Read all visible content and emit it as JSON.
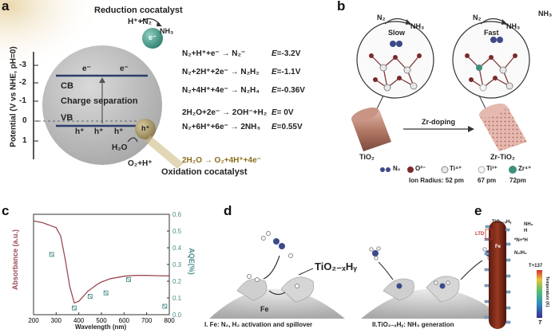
{
  "panel_a": {
    "label": "a",
    "ylabel": "Potential (V vs NHE, pH=0)",
    "y_ticks": [
      "-3",
      "-2",
      "-1",
      "0",
      "1"
    ],
    "reduction_title": "Reduction cocatalyst",
    "reactants_top": "H⁺+N₂",
    "nh3_top": "NH₃",
    "cb": "CB",
    "vb": "VB",
    "charge_sep": "Charge separation",
    "e_minus": "e⁻",
    "h_plus": "h⁺",
    "e_ball": "e⁻",
    "h_ball": "h⁺",
    "h2o": "H₂O",
    "o2h": "O₂+H⁺",
    "ox_eq": "2H₂O → O₂+4H⁺+4e⁻",
    "ox_title": "Oxidation cocatalyst",
    "reactions": [
      {
        "eq": "N₂+H⁺+e⁻ → N₂⁻",
        "e_label": "E",
        "e_val": "=-3.2V"
      },
      {
        "eq": "N₂+2H⁺+2e⁻ → N₂H₂",
        "e_label": "E",
        "e_val": "=-1.1V"
      },
      {
        "eq": "N₂+4H⁺+4e⁻ → N₂H₄",
        "e_label": "E",
        "e_val": "=-0.36V"
      },
      {
        "eq": "2H₂O+2e⁻ → 2OH⁻+H₂",
        "e_label": "E",
        "e_val": "= 0V"
      },
      {
        "eq": "N₂+6H⁺+6e⁻ → 2NH₃",
        "e_label": "E",
        "e_val": "=0.55V"
      }
    ]
  },
  "panel_b": {
    "label": "b",
    "n2_left": "N₂",
    "nh3_left": "NH₃",
    "slow": "Slow",
    "n2_right": "N₂",
    "nh3_right": "NH₃",
    "fast": "Fast",
    "nh3_corner": "NH₃",
    "zr_doping": "Zr-doping",
    "tio2": "TiO₂",
    "zr_tio2": "Zr-TiO₂",
    "legend": [
      {
        "sym": "N₂",
        "color": "#3d4a8a"
      },
      {
        "sym": "O²⁻",
        "color": "#7a2a2a"
      },
      {
        "sym": "Ti⁴⁺",
        "color": "#e8e8e8"
      },
      {
        "sym": "Ti³⁺",
        "color": "#f5f5f5"
      },
      {
        "sym": "Zr⁴⁺",
        "color": "#3f8f7f"
      }
    ],
    "ion_radius": "Ion Radius: 52 pm",
    "r67": "67 pm",
    "r72": "72pm"
  },
  "panel_c": {
    "label": "c",
    "type": "line",
    "ylabel_left": "Absorbance (a.u.)",
    "ylabel_right": "AQE(%)",
    "xlabel": "Wavelength (nm)",
    "x_ticks": [
      "200",
      "300",
      "400",
      "500",
      "600",
      "700",
      "800"
    ],
    "right_ticks": [
      "0.0",
      "0.1",
      "0.2",
      "0.3",
      "0.4",
      "0.5",
      "0.6"
    ],
    "xlim": [
      200,
      800
    ],
    "right_ylim": [
      0,
      0.6
    ],
    "colors": {
      "absorbance": "#9a4a55",
      "aqe": "#4c8c8a"
    }
  },
  "chart_data": {
    "type": "line",
    "xlabel": "Wavelength (nm)",
    "ylabel": "Absorbance (a.u.)",
    "y2label": "AQE(%)",
    "xlim": [
      200,
      800
    ],
    "y2lim": [
      0,
      0.6
    ],
    "series": [
      {
        "axis": "left",
        "x": [
          200,
          220,
          240,
          260,
          280,
          300,
          320,
          340,
          360,
          380,
          400,
          420,
          440,
          460,
          480,
          500,
          520,
          540,
          560,
          580,
          600,
          650,
          700,
          750,
          800
        ],
        "y": [
          0.56,
          0.555,
          0.55,
          0.54,
          0.53,
          0.52,
          0.47,
          0.33,
          0.17,
          0.07,
          0.08,
          0.11,
          0.14,
          0.16,
          0.18,
          0.195,
          0.205,
          0.215,
          0.22,
          0.225,
          0.23,
          0.235,
          0.235,
          0.233,
          0.232
        ]
      },
      {
        "axis": "right",
        "x": [
          280,
          380,
          450,
          520,
          620,
          780
        ],
        "y": [
          0.36,
          0.04,
          0.11,
          0.13,
          0.21,
          0.05
        ]
      }
    ]
  },
  "panel_d": {
    "label": "d",
    "tio2xhy": "TiO₂₋ₓHᵧ",
    "fe": "Fe",
    "caption_left": "I. Fe: N₂, H₂ activation and spillover",
    "caption_right": "II.TiO₂₋ₓHᵧ: NH₃ generation"
  },
  "panel_e": {
    "label": "e",
    "tio2xhy": "TiO₂₋ₓHᵧ",
    "nh3": "NH₃",
    "h": "H",
    "ltd": "LTD",
    "n_h": "*N+*H",
    "fe": "Fe",
    "n2h2": "N₂/H₂",
    "t_plus": "T+137",
    "temp_label": "Temperature (K)",
    "t_axis": "T"
  }
}
